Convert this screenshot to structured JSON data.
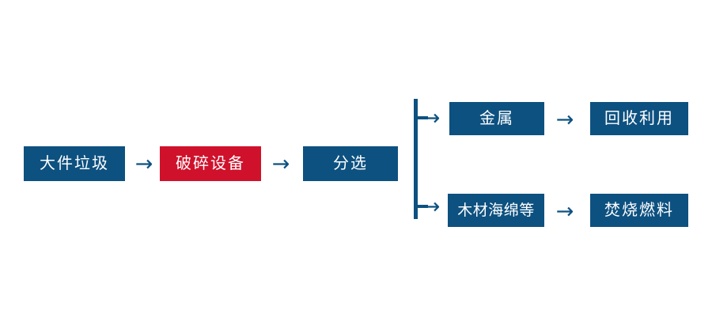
{
  "diagram": {
    "title": "",
    "colors": {
      "primary": "#0d5180",
      "highlight": "#d0112b",
      "background": "#ffffff",
      "node_text": "#ffffff"
    },
    "nodes": [
      {
        "id": "input",
        "label": "大件垃圾",
        "style": "primary"
      },
      {
        "id": "crusher",
        "label": "破碎设备",
        "style": "highlight"
      },
      {
        "id": "sorting",
        "label": "分选",
        "style": "primary"
      },
      {
        "id": "metal",
        "label": "金属",
        "style": "primary"
      },
      {
        "id": "recycle",
        "label": "回收利用",
        "style": "primary"
      },
      {
        "id": "woodfoam",
        "label": "木材海绵等",
        "style": "primary"
      },
      {
        "id": "fuel",
        "label": "焚烧燃料",
        "style": "primary"
      }
    ],
    "arrows": {
      "glyph": "→",
      "connections": [
        {
          "from": "input",
          "to": "crusher"
        },
        {
          "from": "crusher",
          "to": "sorting"
        },
        {
          "from": "split",
          "to": "metal"
        },
        {
          "from": "metal",
          "to": "recycle"
        },
        {
          "from": "split",
          "to": "woodfoam"
        },
        {
          "from": "woodfoam",
          "to": "fuel"
        }
      ]
    }
  }
}
